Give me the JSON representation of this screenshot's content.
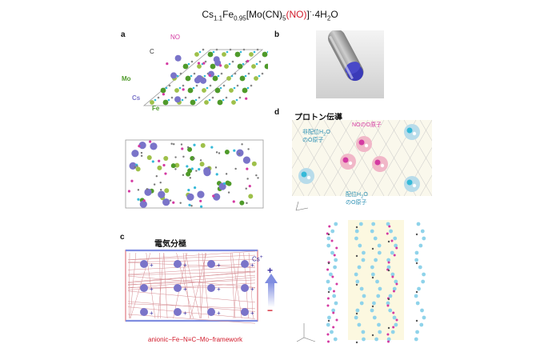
{
  "title": {
    "prefix": "Cs",
    "cs_sub": "1.1",
    "fe": "Fe",
    "fe_sub": "0.95",
    "bracket_open": "[Mo(CN)",
    "cn_sub": "5",
    "no": "(NO)",
    "bracket_close": "]",
    "charge": "-",
    "hydrate": "·4H",
    "h2o_sub": "2",
    "o": "O"
  },
  "panel_a": {
    "label": "a",
    "atoms": {
      "no": "NO",
      "c": "C",
      "mo": "Mo",
      "cs": "Cs",
      "fe": "Fe"
    }
  },
  "panel_b": {
    "label": "b"
  },
  "panel_c": {
    "label": "c",
    "heading": "電気分極",
    "cs_label": "Cs",
    "cs_sup": "+",
    "plus": "+",
    "minus": "−",
    "framework": "anionic−Fe−N≡C−Mo−framework"
  },
  "panel_d": {
    "label": "d",
    "heading": "プロトン伝導",
    "no_o": "NOのO原子",
    "free_h2o_1": "非配位H",
    "free_h2o_sub": "2",
    "free_h2o_2": "O",
    "free_h2o_3": "のO原子",
    "coord_h2o_1": "配位H",
    "coord_h2o_sub": "2",
    "coord_h2o_2": "O",
    "coord_h2o_3": "のO原子"
  },
  "colors": {
    "cs": "#7a74c9",
    "mo": "#4f9a2a",
    "fe": "#9ec04a",
    "n_atom": "#35b9d8",
    "o_atom": "#d43aa2",
    "framework_red": "#d11a2a",
    "frame_blue": "#7f8de0",
    "powder_blue": "#3a3ab8"
  }
}
